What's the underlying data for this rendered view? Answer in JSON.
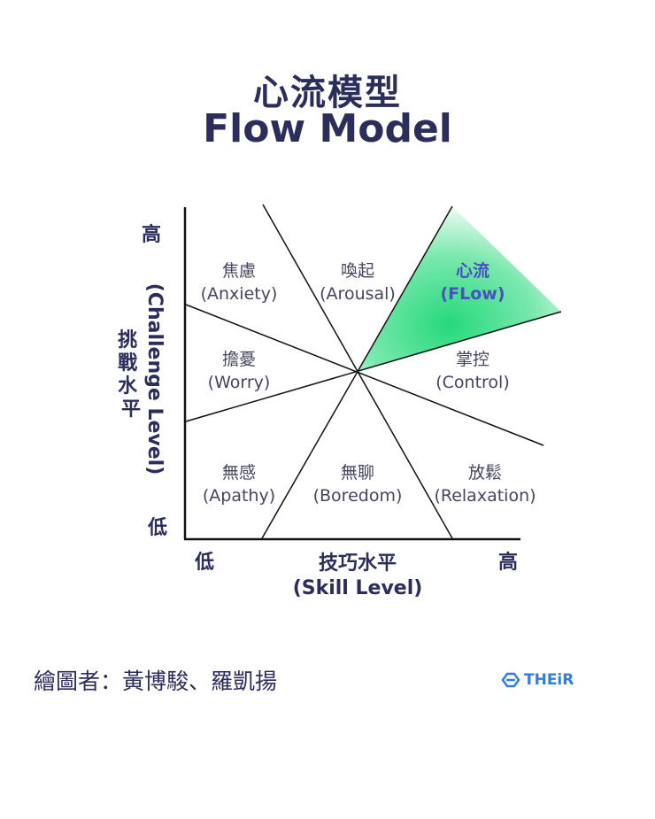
{
  "title": {
    "zh": "心流模型",
    "en": "Flow Model"
  },
  "zones": {
    "anxiety": {
      "zh": "焦慮",
      "en": "(Anxiety)"
    },
    "arousal": {
      "zh": "喚起",
      "en": "(Arousal)"
    },
    "flow": {
      "zh": "心流",
      "en": "(FLow)"
    },
    "worry": {
      "zh": "擔憂",
      "en": "(Worry)"
    },
    "control": {
      "zh": "掌控",
      "en": "(Control)"
    },
    "apathy": {
      "zh": "無感",
      "en": "(Apathy)"
    },
    "boredom": {
      "zh": "無聊",
      "en": "(Boredom)"
    },
    "relaxation": {
      "zh": "放鬆",
      "en": "(Relaxation)"
    }
  },
  "y_axis": {
    "high": "高",
    "low": "低",
    "label_zh": "挑戰水平",
    "label_en": "(Challenge Level)"
  },
  "x_axis": {
    "low": "低",
    "high": "高",
    "label_zh": "技巧水平",
    "label_en": "(Skill Level)"
  },
  "credit": "繪圖者：黃博駿、羅凱揚",
  "logo": {
    "text": "THEiR",
    "icon": "brand-logo-icon",
    "color": "#2f7fe0"
  },
  "colors": {
    "flow_fill": "#3ad98a",
    "text": "#2b2d5a"
  }
}
